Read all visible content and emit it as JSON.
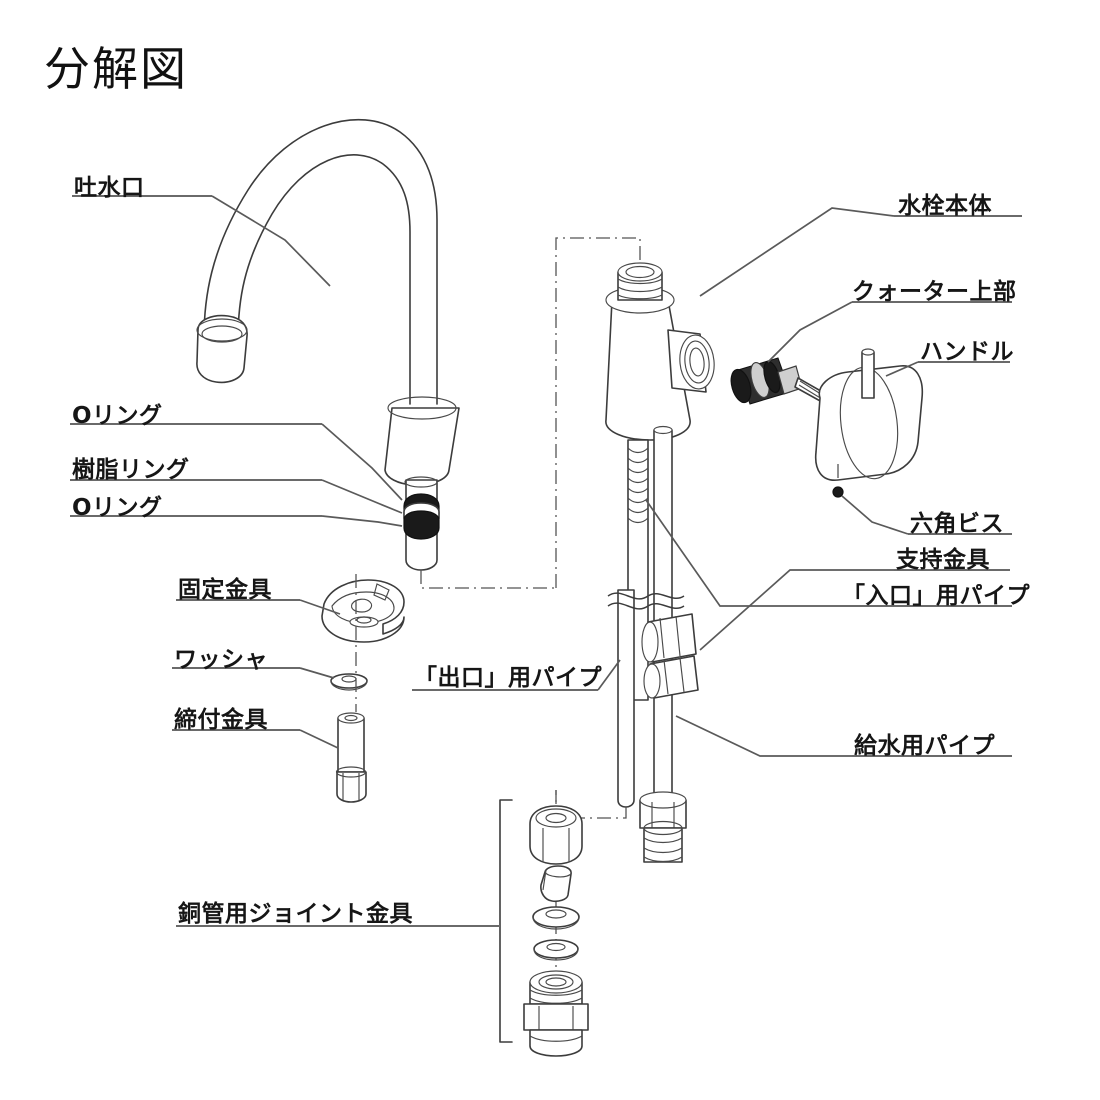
{
  "page": {
    "title": "分解図",
    "background_color": "#ffffff",
    "line_color": "#3c3c3c",
    "text_color": "#161616",
    "ring_color": "#1a1a1a"
  },
  "labels": {
    "spout": "吐水口",
    "oring_upper": "Oリング",
    "resin_ring": "樹脂リング",
    "oring_lower": "Oリング",
    "fixing_bracket": "固定金具",
    "washer": "ワッシャ",
    "clamp_fitting": "締付金具",
    "outlet_pipe": "「出口」用パイプ",
    "copper_joint": "銅管用ジョイント金具",
    "faucet_body": "水栓本体",
    "quarter_upper": "クォーター上部",
    "handle": "ハンドル",
    "hex_screw": "六角ビス",
    "support_bracket": "支持金具",
    "inlet_pipe": "「入口」用パイプ",
    "supply_pipe": "給水用パイプ"
  },
  "parts": [
    {
      "id": "spout",
      "name": "吐水口",
      "side": "left"
    },
    {
      "id": "oring_upper",
      "name": "Oリング",
      "side": "left"
    },
    {
      "id": "resin_ring",
      "name": "樹脂リング",
      "side": "left"
    },
    {
      "id": "oring_lower",
      "name": "Oリング",
      "side": "left"
    },
    {
      "id": "fixing_bracket",
      "name": "固定金具",
      "side": "left"
    },
    {
      "id": "washer",
      "name": "ワッシャ",
      "side": "left"
    },
    {
      "id": "clamp_fitting",
      "name": "締付金具",
      "side": "left"
    },
    {
      "id": "outlet_pipe",
      "name": "「出口」用パイプ",
      "side": "left"
    },
    {
      "id": "copper_joint",
      "name": "銅管用ジョイント金具",
      "side": "left"
    },
    {
      "id": "faucet_body",
      "name": "水栓本体",
      "side": "right"
    },
    {
      "id": "quarter_upper",
      "name": "クォーター上部",
      "side": "right"
    },
    {
      "id": "handle",
      "name": "ハンドル",
      "side": "right"
    },
    {
      "id": "hex_screw",
      "name": "六角ビス",
      "side": "right"
    },
    {
      "id": "support_bracket",
      "name": "支持金具",
      "side": "right"
    },
    {
      "id": "inlet_pipe",
      "name": "「入口」用パイプ",
      "side": "right"
    },
    {
      "id": "supply_pipe",
      "name": "給水用パイプ",
      "side": "right"
    }
  ]
}
